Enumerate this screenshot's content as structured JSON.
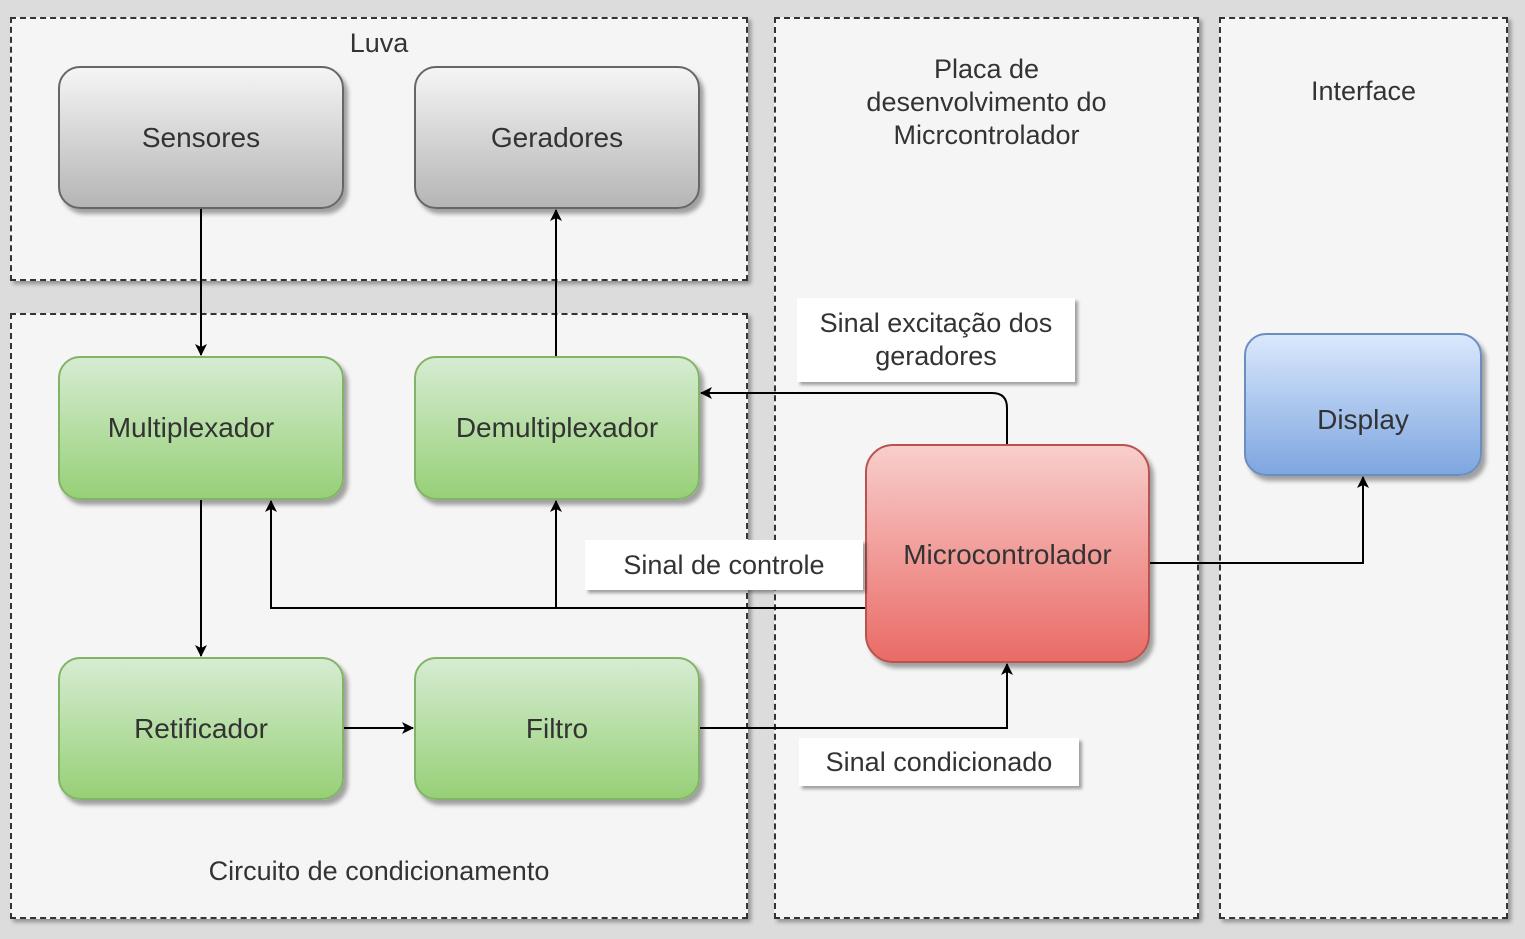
{
  "containers": {
    "luva": "Luva",
    "circuito": "Circuito de condicionamento",
    "placa_line1": "Placa de",
    "placa_line2": "desenvolvimento do",
    "placa_line3": "Micrcontrolador",
    "interface": "Interface"
  },
  "blocks": {
    "sensores": "Sensores",
    "geradores": "Geradores",
    "multiplexador": "Multiplexador",
    "demultiplexador": "Demultiplexador",
    "retificador": "Retificador",
    "filtro": "Filtro",
    "microcontrolador": "Microcontrolador",
    "display": "Display"
  },
  "labels": {
    "excitacao_line1": "Sinal excitação dos",
    "excitacao_line2": "geradores",
    "controle": "Sinal de controle",
    "condicionado": "Sinal condicionado"
  },
  "colors": {
    "gray_block": "#b5b5b5",
    "green_block": "#97d077",
    "red_block": "#ea6b66",
    "blue_block": "#7ea6e0"
  }
}
